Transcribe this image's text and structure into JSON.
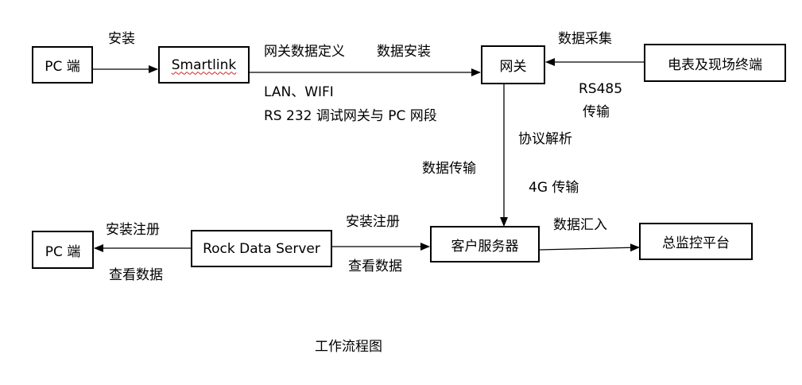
{
  "nodes": {
    "pc_top": "PC 端",
    "smartlink": "Smartlink",
    "gateway": "网关",
    "meter": "电表及现场终端",
    "pc_bottom": "PC 端",
    "rock_server": "Rock Data Server",
    "client_server": "客户服务器",
    "platform": "总监控平台"
  },
  "edge_labels": {
    "install": "安装",
    "gateway_def": "网关数据定义",
    "data_install": "数据安装",
    "lan_wifi": "LAN、WIFI",
    "rs232": "RS 232 调试网关与 PC 网段",
    "data_collect": "数据采集",
    "rs485": "RS485",
    "transfer_485": "传输",
    "protocol": "协议解析",
    "data_transfer": "数据传输",
    "g4_transfer": "4G 传输",
    "install_reg_left": "安装注册",
    "view_data_left": "查看数据",
    "install_reg_mid": "安装注册",
    "view_data_mid": "查看数据",
    "data_merge": "数据汇入"
  },
  "caption": "工作流程图",
  "colors": {
    "line": "#000000",
    "spellcheck_underline": "#d02020"
  }
}
